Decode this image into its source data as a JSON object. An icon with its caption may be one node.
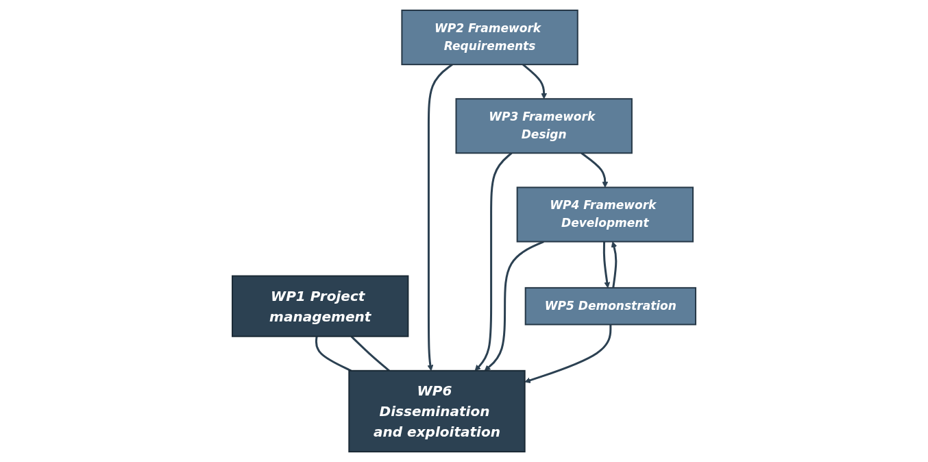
{
  "diagram": {
    "nodes": [
      {
        "text": [
          "WP1 Project management"
        ]
      },
      {
        "text": [
          "WP2 Framework Requirements"
        ]
      },
      {
        "text": [
          "WP3 Framework Design"
        ]
      },
      {
        "text": [
          "WP4 Framework Development"
        ]
      },
      {
        "text": [
          "WP5 Demonstration"
        ]
      },
      {
        "text": [
          "WP6 Dissemination and exploitation"
        ]
      }
    ],
    "edges": [
      {
        "from": 0,
        "to": 5,
        "arrow": "none"
      },
      {
        "from": 0,
        "to": 5,
        "arrow": "none"
      },
      {
        "from": 1,
        "to": 5,
        "arrow": "to"
      },
      {
        "from": 1,
        "to": 2,
        "arrow": "to"
      },
      {
        "from": 2,
        "to": 5,
        "arrow": "to"
      },
      {
        "from": 2,
        "to": 3,
        "arrow": "to"
      },
      {
        "from": 3,
        "to": 5,
        "arrow": "to"
      },
      {
        "from": 3,
        "to": 4,
        "arrow": "to"
      },
      {
        "from": 4,
        "to": 3,
        "arrow": "to"
      },
      {
        "from": 4,
        "to": 5,
        "arrow": "to"
      }
    ]
  }
}
